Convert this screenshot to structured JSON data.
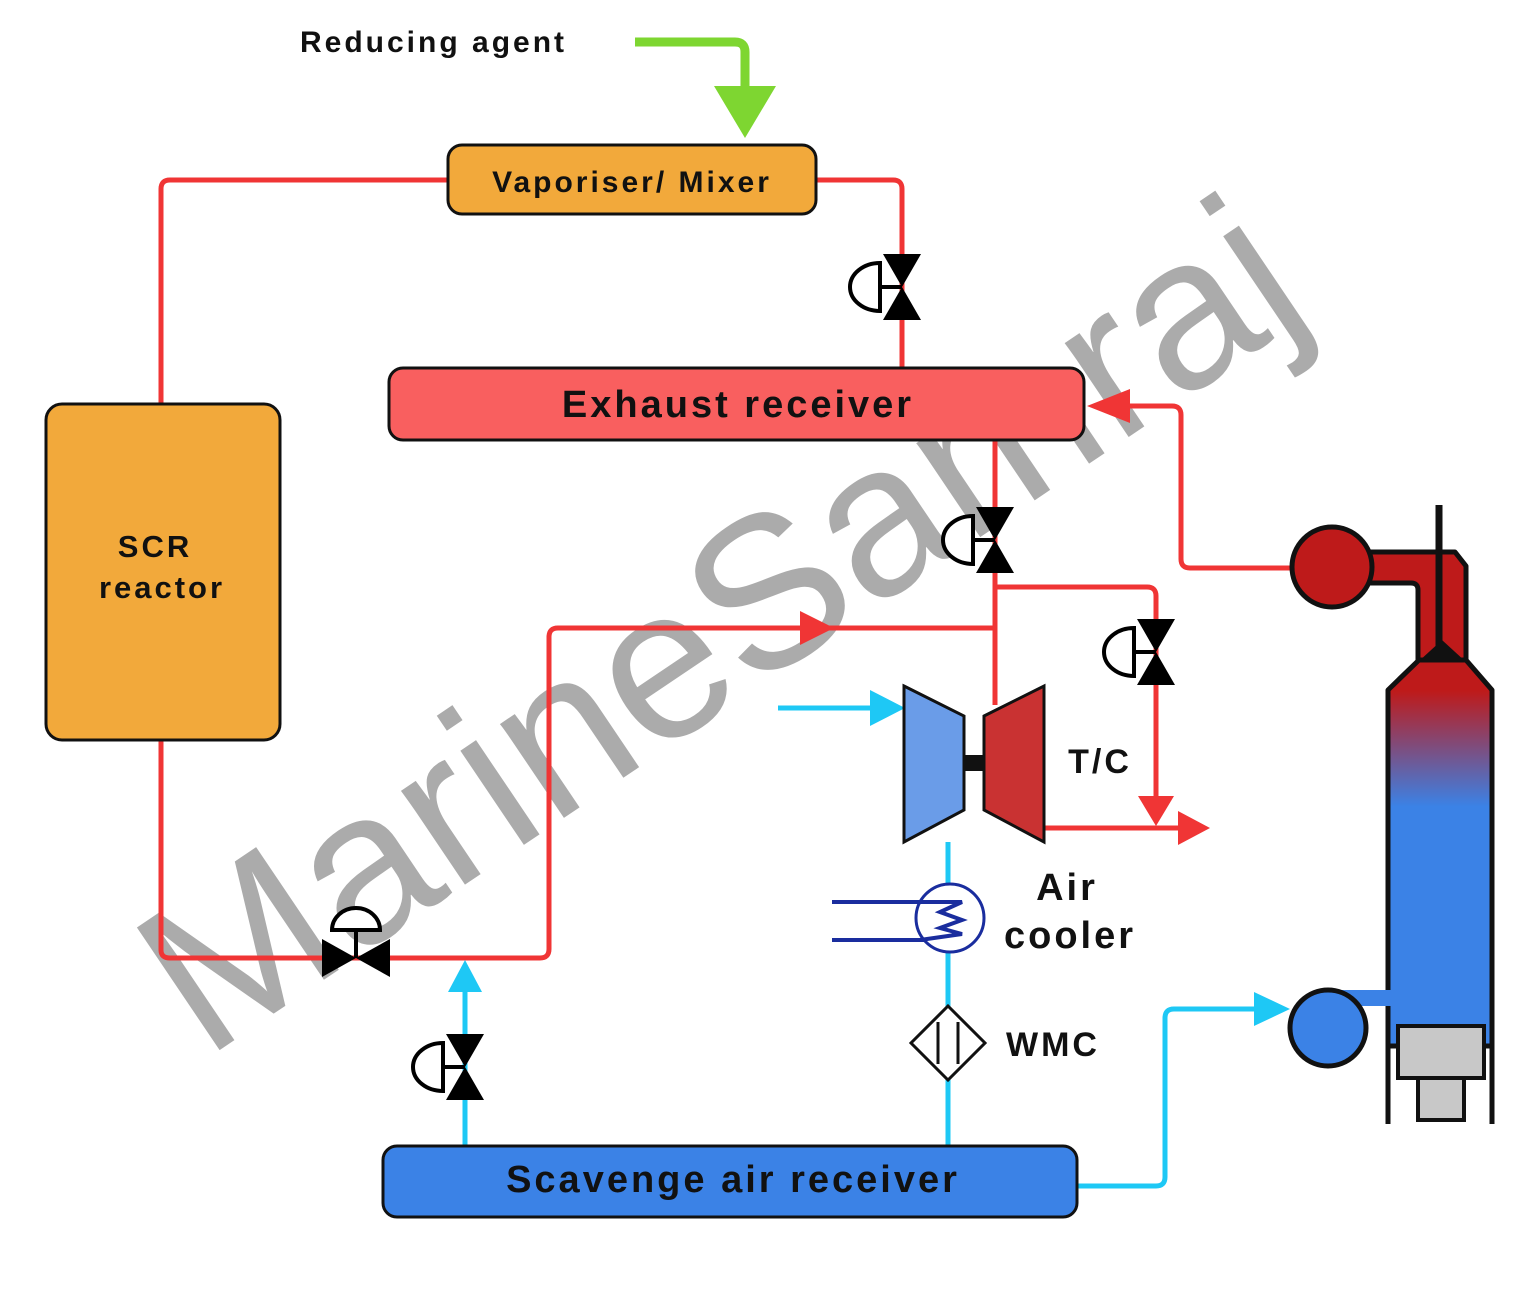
{
  "labels": {
    "reducing_agent": "Reducing agent",
    "vaporiser_mixer": "Vaporiser/ Mixer",
    "exhaust_receiver": "Exhaust receiver",
    "scr_reactor_line1": "SCR",
    "scr_reactor_line2": "reactor",
    "turbocharger": "T/C",
    "air_cooler_line1": "Air",
    "air_cooler_line2": "cooler",
    "wmc": "WMC",
    "scavenge_air_receiver": "Scavenge air receiver"
  },
  "watermark": {
    "text_dark": "MarineSamraj",
    "note": ""
  },
  "colors": {
    "exhaust_line": "#f03535",
    "air_line": "#1ec8f5",
    "reducing_agent_line": "#7ed631",
    "vaporiser_fill": "#f2a93b",
    "scr_fill": "#f2a93b",
    "exhaust_receiver_fill": "#f95f5f",
    "scavenge_receiver_fill": "#3b82e6",
    "compressor_fill": "#6a9ce8",
    "turbine_fill": "#c93232",
    "cooling_water": "#1a2d9e",
    "engine_hot": "#be1a1a",
    "engine_cold": "#3b82e6",
    "gray_block": "#c8c8c8"
  }
}
